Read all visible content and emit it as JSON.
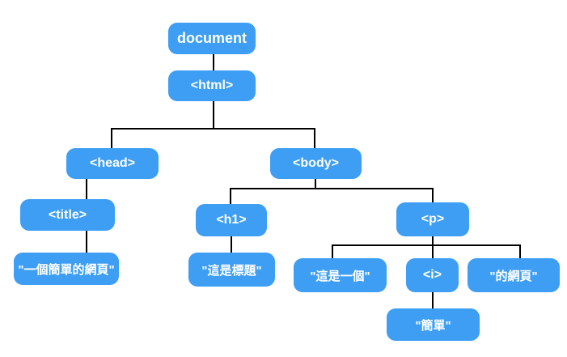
{
  "colors": {
    "node_fill": "#3d9ef4",
    "node_text": "#ffffff",
    "connector": "#000000",
    "background": "#ffffff"
  },
  "nodes": {
    "document": {
      "label": "document"
    },
    "html": {
      "label": "<html>"
    },
    "head": {
      "label": "<head>"
    },
    "body": {
      "label": "<body>"
    },
    "title": {
      "label": "<title>"
    },
    "h1": {
      "label": "<h1>"
    },
    "p": {
      "label": "<p>"
    },
    "i": {
      "label": "<i>"
    },
    "text_title": {
      "label": "\"一個簡單的網頁\""
    },
    "text_h1": {
      "label": "\"這是標題\""
    },
    "text_p_before": {
      "label": "\"這是一個\""
    },
    "text_p_after": {
      "label": "\"的網頁\""
    },
    "text_i": {
      "label": "\"簡單\""
    }
  }
}
